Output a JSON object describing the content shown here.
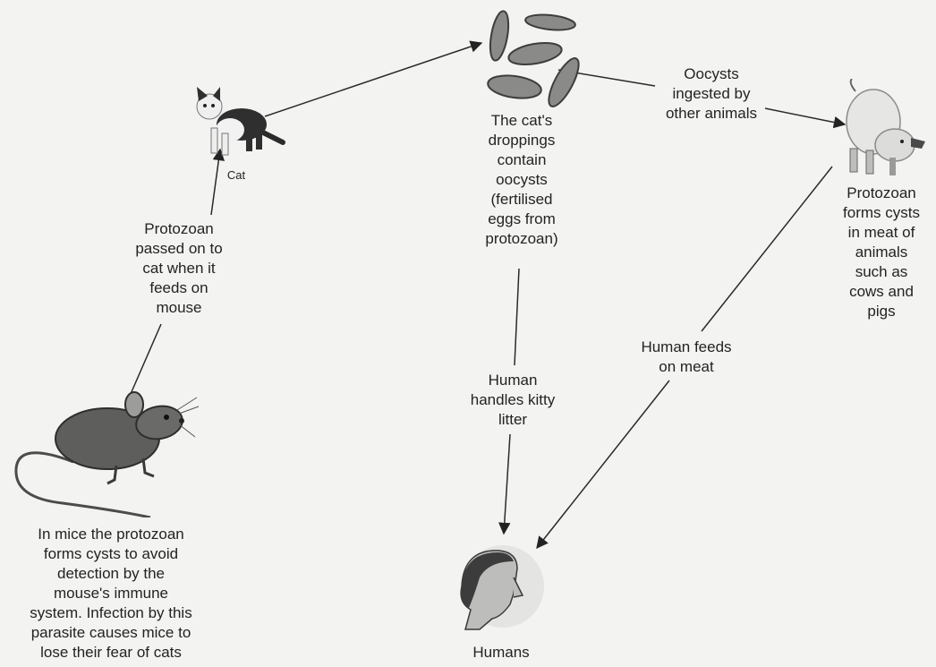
{
  "labels": {
    "cat": "Cat",
    "mouse_to_cat": "Protozoan\npassed on to\ncat when it\nfeeds on\nmouse",
    "droppings": "The cat's\ndroppings\ncontain\noocysts\n(fertilised\neggs from\nprotozoan)",
    "oocysts_ingested": "Oocysts\ningested by\nother animals",
    "pig_cysts": "Protozoan\nforms cysts\nin meat of\nanimals\nsuch as\ncows and\npigs",
    "human_feeds": "Human feeds\non meat",
    "human_handles": "Human\nhandles kitty\nlitter",
    "mouse_text": "In mice the protozoan\nforms cysts to avoid\ndetection by the\nmouse's immune\nsystem. Infection by this\nparasite causes mice to\nlose their fear of cats",
    "humans": "Humans"
  },
  "icons": [
    "cat-icon",
    "oocyst-icon",
    "pig-icon",
    "mouse-icon",
    "human-head-icon"
  ],
  "colors": {
    "ink": "#232323",
    "background": "#f3f3f1",
    "oocyst": "#8a8a88"
  }
}
